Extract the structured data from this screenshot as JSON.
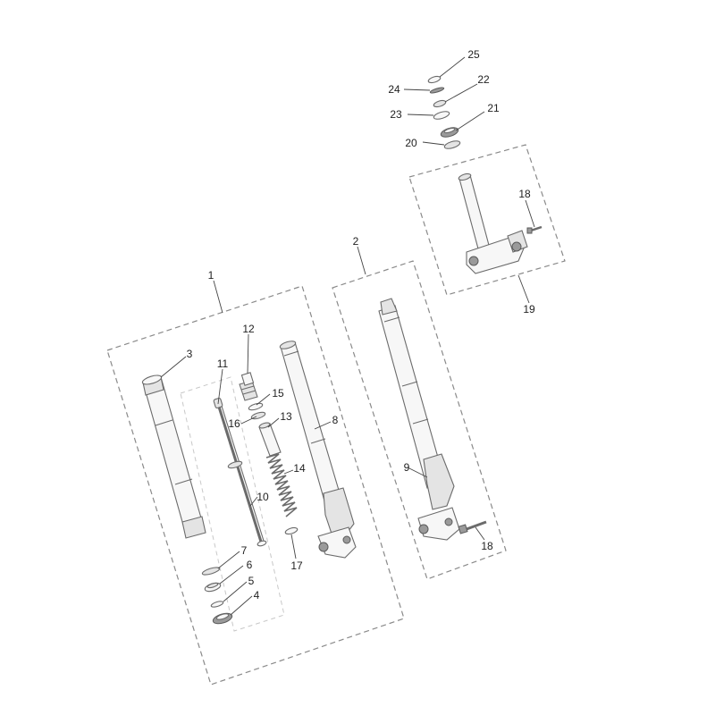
{
  "callouts": {
    "c1": "1",
    "c2": "2",
    "c3": "3",
    "c4": "4",
    "c5": "5",
    "c6": "6",
    "c7": "7",
    "c8": "8",
    "c9": "9",
    "c10": "10",
    "c11": "11",
    "c12": "12",
    "c13": "13",
    "c14": "14",
    "c15": "15",
    "c16": "16",
    "c17": "17",
    "c18a": "18",
    "c18b": "18",
    "c19": "19",
    "c20": "20",
    "c21": "21",
    "c22": "22",
    "c23": "23",
    "c24": "24",
    "c25": "25"
  },
  "colors": {
    "line": "#6b6b6b",
    "dashed_group": "#8a8a8a",
    "text": "#222222",
    "background": "#ffffff"
  }
}
